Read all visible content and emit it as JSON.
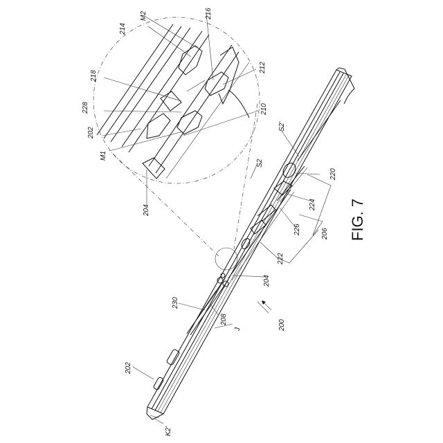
{
  "figure": {
    "caption": "FIG. 7",
    "assembly_ref": "200"
  },
  "labels": {
    "m2": "M2",
    "r214": "214",
    "r216": "216",
    "r212": "212",
    "r218": "218",
    "r228": "228",
    "r202_top": "202",
    "r210": "210",
    "m1": "M1",
    "s2_top": "S2'",
    "s2_mid": "S2",
    "r204_top": "204",
    "r220": "220",
    "r224": "224",
    "r226": "226",
    "r206": "206",
    "r222": "222",
    "r204_bottom": "204",
    "r230": "230",
    "r208": "208",
    "j": "J",
    "r202_bottom": "202",
    "k2": "K2'"
  }
}
